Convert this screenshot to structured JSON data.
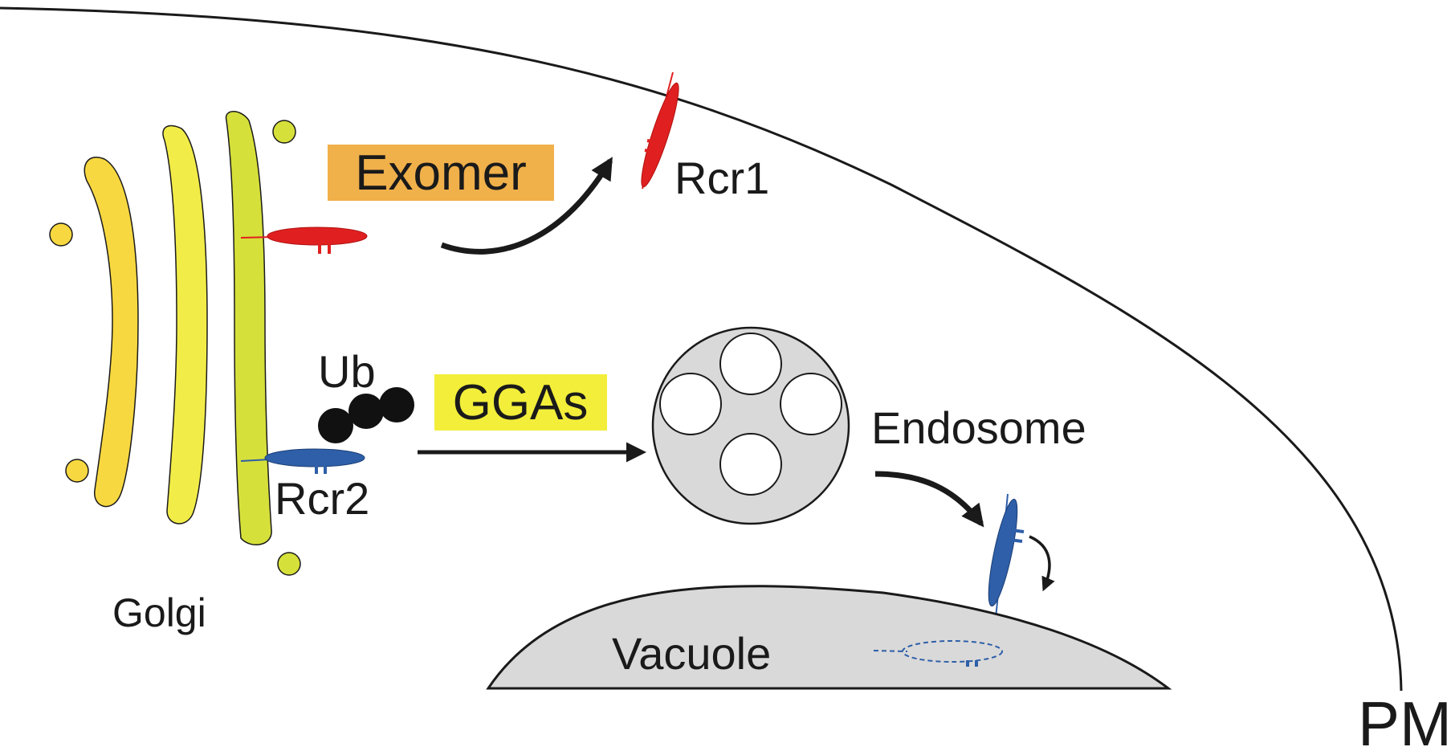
{
  "labels": {
    "exomer": "Exomer",
    "rcr1": "Rcr1",
    "ub": "Ub",
    "ggas": "GGAs",
    "rcr2": "Rcr2",
    "golgi": "Golgi",
    "endosome": "Endosome",
    "vacuole": "Vacuole",
    "pm": "PM"
  },
  "colors": {
    "exomer_box": "#F0B04A",
    "ggas_box": "#F2EE3A",
    "golgi_cis": "#F8D840",
    "golgi_medial": "#F2EC48",
    "golgi_trans": "#D6E03A",
    "rcr1_protein": "#E02020",
    "rcr2_protein": "#2E5FA8",
    "ubiquitin": "#111111",
    "organelle_fill": "#D9D9D9",
    "line": "#1a1a1a"
  }
}
